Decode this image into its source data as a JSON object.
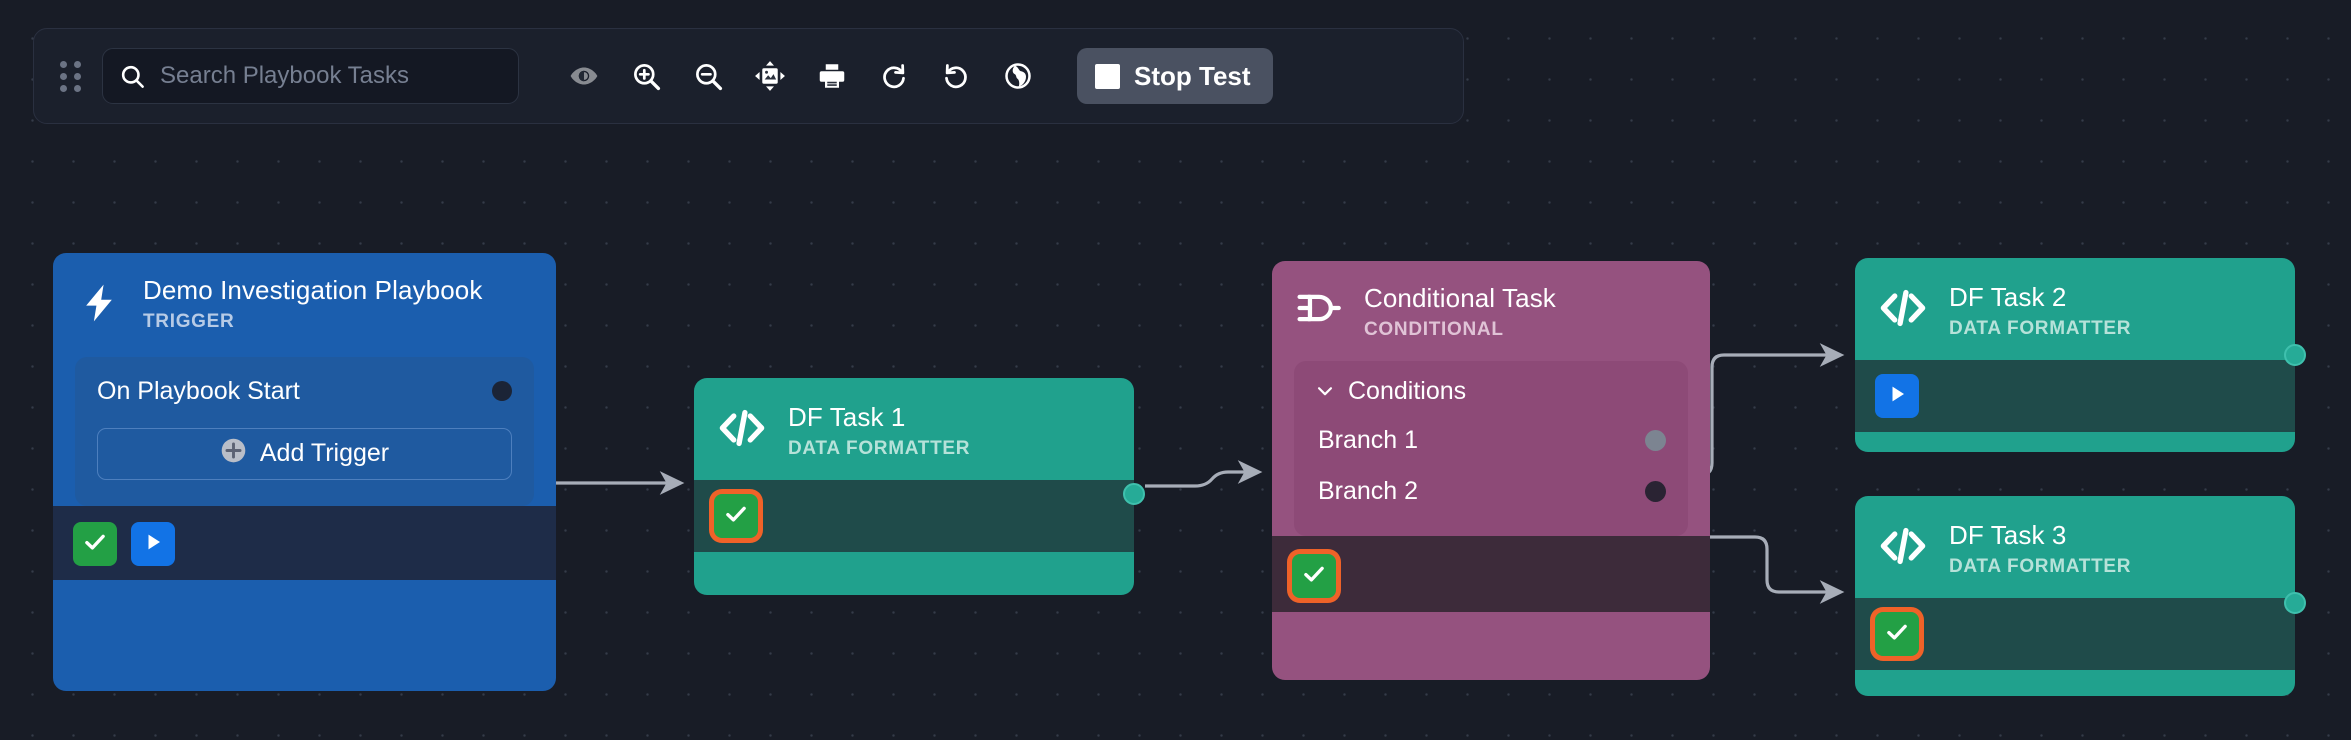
{
  "toolbar": {
    "drag_handle": "drag-handle",
    "search": {
      "placeholder": "Search Playbook Tasks",
      "value": ""
    },
    "buttons": [
      {
        "name": "toggle-visibility-button",
        "icon": "eye-icon",
        "label": ""
      },
      {
        "name": "zoom-in-button",
        "icon": "zoom-in-icon",
        "label": ""
      },
      {
        "name": "zoom-out-button",
        "icon": "zoom-out-icon",
        "label": ""
      },
      {
        "name": "fit-view-button",
        "icon": "fit-to-screen-icon",
        "label": ""
      },
      {
        "name": "print-button",
        "icon": "printer-icon",
        "label": ""
      },
      {
        "name": "redo-button",
        "icon": "redo-icon",
        "label": ""
      },
      {
        "name": "undo-button",
        "icon": "undo-icon",
        "label": ""
      },
      {
        "name": "globe-button",
        "icon": "globe-icon",
        "label": ""
      }
    ],
    "stop_test": {
      "label": "Stop Test",
      "icon": "stop-square-icon",
      "bg_color": "#4a5161"
    }
  },
  "canvas": {
    "background_color": "#181c26",
    "dot_color": "#353b49",
    "edge_color": "#a7adb8"
  },
  "nodes": {
    "trigger": {
      "title": "Demo Investigation Playbook",
      "subtitle": "TRIGGER",
      "icon": "lightning-bolt-icon",
      "accent_color": "#1b5eae",
      "panel": {
        "label": "On Playbook Start",
        "add_button_label": "Add Trigger",
        "add_button_icon": "plus-circle-icon"
      },
      "footer": [
        {
          "name": "validate-button",
          "icon": "check-icon",
          "color": "#23a045",
          "highlighted": false
        },
        {
          "name": "run-button",
          "icon": "play-icon",
          "color": "#1273e6",
          "highlighted": false
        }
      ]
    },
    "df_task_1": {
      "title": "DF Task 1",
      "subtitle": "DATA FORMATTER",
      "icon": "code-brackets-icon",
      "accent_color": "#20a18d",
      "footer": [
        {
          "name": "validate-button",
          "icon": "check-icon",
          "color": "#23a045",
          "highlighted": true
        }
      ]
    },
    "conditional": {
      "title": "Conditional Task",
      "subtitle": "CONDITIONAL",
      "icon": "logic-gate-icon",
      "accent_color": "#95527f",
      "section_label": "Conditions",
      "section_icon": "chevron-down-icon",
      "branches": [
        {
          "label": "Branch 1",
          "dot_color": "#7c8491"
        },
        {
          "label": "Branch 2",
          "dot_color": "#2a2333"
        }
      ],
      "footer": [
        {
          "name": "validate-button",
          "icon": "check-icon",
          "color": "#23a045",
          "highlighted": true
        }
      ]
    },
    "df_task_2": {
      "title": "DF Task 2",
      "subtitle": "DATA FORMATTER",
      "icon": "code-brackets-icon",
      "accent_color": "#20a18d",
      "footer": [
        {
          "name": "run-button",
          "icon": "play-icon",
          "color": "#1273e6",
          "highlighted": false
        }
      ]
    },
    "df_task_3": {
      "title": "DF Task 3",
      "subtitle": "DATA FORMATTER",
      "icon": "code-brackets-icon",
      "accent_color": "#20a18d",
      "footer": [
        {
          "name": "validate-button",
          "icon": "check-icon",
          "color": "#23a045",
          "highlighted": true
        }
      ]
    }
  },
  "edges": [
    {
      "from": "trigger",
      "to": "df_task_1"
    },
    {
      "from": "df_task_1",
      "to": "conditional"
    },
    {
      "from": "conditional.branch_1",
      "to": "df_task_2"
    },
    {
      "from": "conditional.branch_2",
      "to": "df_task_3"
    }
  ]
}
